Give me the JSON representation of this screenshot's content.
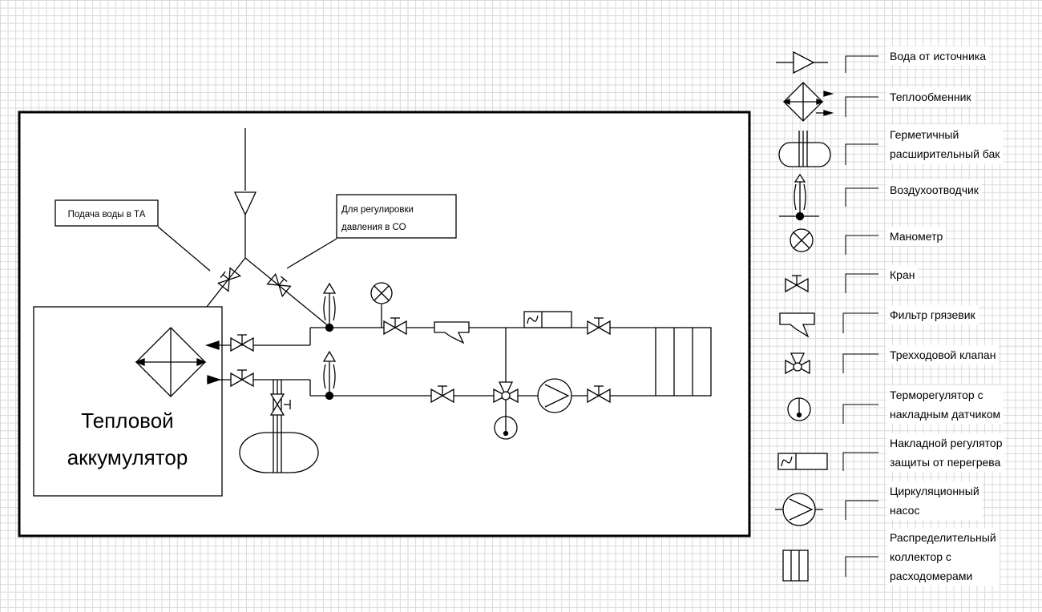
{
  "diagram": {
    "accumulator_label_line1": "Тепловой",
    "accumulator_label_line2": "аккумулятор",
    "callout_supply": "Подача воды в ТА",
    "callout_pressure_line1": "Для регулировки",
    "callout_pressure_line2": "давления в СО"
  },
  "legend": {
    "items": [
      {
        "icon": "water-source-icon",
        "label": "Вода от источника"
      },
      {
        "icon": "heat-exchanger-icon",
        "label": "Теплообменник"
      },
      {
        "icon": "expansion-tank-icon",
        "label": "Герметичный\nрасширительный бак"
      },
      {
        "icon": "air-vent-icon",
        "label": "Воздухоотводчик"
      },
      {
        "icon": "pressure-gauge-icon",
        "label": "Манометр"
      },
      {
        "icon": "valve-icon",
        "label": "Кран"
      },
      {
        "icon": "mud-filter-icon",
        "label": "Фильтр грязевик"
      },
      {
        "icon": "three-way-valve-icon",
        "label": "Трехходовой клапан"
      },
      {
        "icon": "thermostat-icon",
        "label": "Терморегулятор с\nнакладным датчиком"
      },
      {
        "icon": "overheat-regulator-icon",
        "label": "Накладной регулятор\nзащиты от перегрева"
      },
      {
        "icon": "circulation-pump-icon",
        "label": "Циркуляционный\nнасос"
      },
      {
        "icon": "manifold-icon",
        "label": "Распределительный\nколлектор с\nрасходомерами"
      }
    ]
  }
}
